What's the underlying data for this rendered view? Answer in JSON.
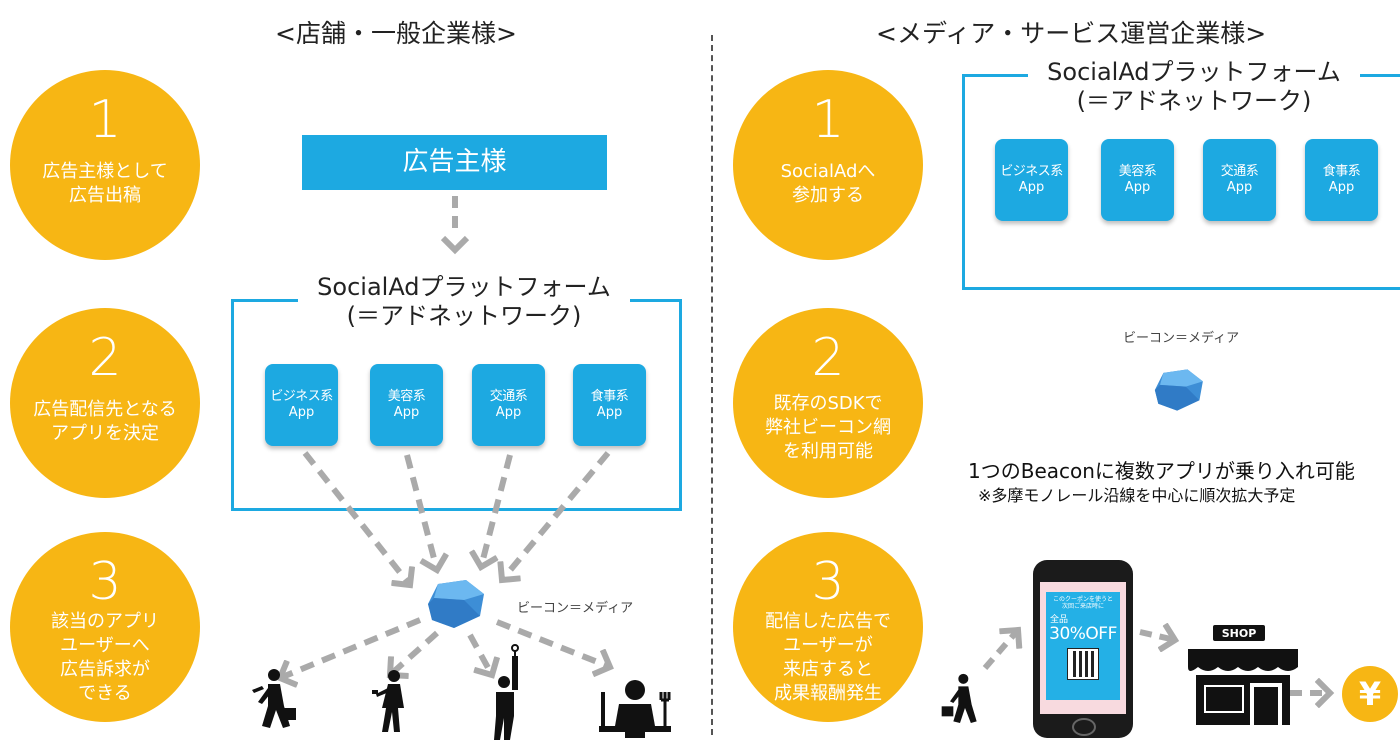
{
  "left": {
    "title": "<店舗・一般企業様>",
    "steps": [
      {
        "num": "1",
        "line1": "広告主様として",
        "line2": "広告出稿",
        "line3": "",
        "line4": ""
      },
      {
        "num": "2",
        "line1": "広告配信先となる",
        "line2": "アプリを決定",
        "line3": "",
        "line4": ""
      },
      {
        "num": "3",
        "line1": "該当のアプリ",
        "line2": "ユーザーへ",
        "line3": "広告訴求が",
        "line4": "できる"
      }
    ],
    "advertiser": "広告主様",
    "platform": {
      "title1": "SocialAdプラットフォーム",
      "title2": "(＝アドネットワーク)"
    },
    "apps": [
      {
        "line1": "ビジネス系",
        "line2": "App"
      },
      {
        "line1": "美容系",
        "line2": "App"
      },
      {
        "line1": "交通系",
        "line2": "App"
      },
      {
        "line1": "食事系",
        "line2": "App"
      }
    ],
    "beacon_label": "ビーコン＝メディア"
  },
  "right": {
    "title": "<メディア・サービス運営企業様>",
    "steps": [
      {
        "num": "1",
        "line1": "SocialAdへ",
        "line2": "参加する",
        "line3": "",
        "line4": ""
      },
      {
        "num": "2",
        "line1": "既存のSDKで",
        "line2": "弊社ビーコン網",
        "line3": "を利用可能",
        "line4": ""
      },
      {
        "num": "3",
        "line1": "配信した広告で",
        "line2": "ユーザーが",
        "line3": "来店すると",
        "line4": "成果報酬発生"
      }
    ],
    "platform": {
      "title1": "SocialAdプラットフォーム",
      "title2": "(＝アドネットワーク)"
    },
    "apps": [
      {
        "line1": "ビジネス系",
        "line2": "App"
      },
      {
        "line1": "美容系",
        "line2": "App"
      },
      {
        "line1": "交通系",
        "line2": "App"
      },
      {
        "line1": "食事系",
        "line2": "App"
      }
    ],
    "beacon_label": "ビーコン＝メディア",
    "beacon_text": "1つのBeaconに複数アプリが乗り入れ可能",
    "beacon_note": "※多摩モノレール沿線を中心に順次拡大予定",
    "phone": {
      "coupon_small": "このクーポンを使うと\n次回ご来店時に",
      "all_items": "全品",
      "discount": "30%OFF"
    },
    "shop_sign": "SHOP",
    "yen": "¥"
  },
  "colors": {
    "accent_blue": "#1DA9E1",
    "circle_yellow": "#F7B614",
    "arrow_gray": "#AAAAAA"
  }
}
